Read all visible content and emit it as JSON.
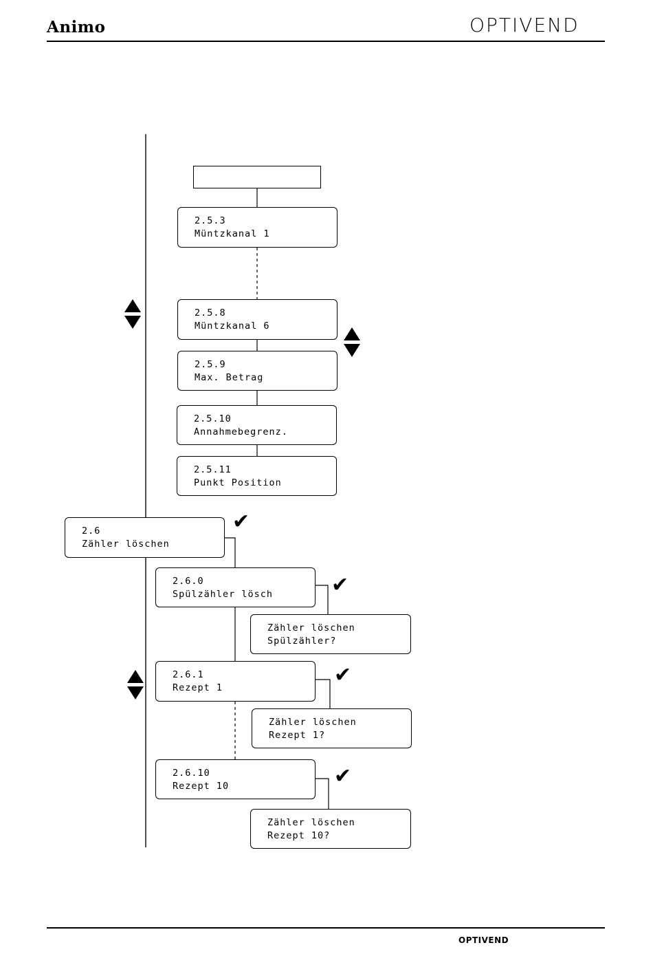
{
  "header": {
    "brand_left": "Animo",
    "brand_right": "OPTIVEND"
  },
  "footer": {
    "brand": "OPTIVEND"
  },
  "menu_boxes": [
    {
      "number": "2.5.3",
      "label": "Müntzkanal 1"
    },
    {
      "number": "2.5.8",
      "label": "Müntzkanal 6"
    },
    {
      "number": "2.5.9",
      "label": "Max. Betrag"
    },
    {
      "number": "2.5.10",
      "label": "Annahmebegrenz."
    },
    {
      "number": "2.5.11",
      "label": "Punkt Position"
    },
    {
      "number": "2.6",
      "label": "Zähler löschen"
    },
    {
      "number": "2.6.0",
      "label": "Spülzähler lösch"
    },
    {
      "number": "2.6.1",
      "label": "Rezept 1"
    },
    {
      "number": "2.6.10",
      "label": "Rezept 10"
    }
  ],
  "confirm_boxes": [
    {
      "line1": "Zähler löschen",
      "line2": "Spülzähler?"
    },
    {
      "line1": "Zähler löschen",
      "line2": "Rezept 1?"
    },
    {
      "line1": "Zähler löschen",
      "line2": "Rezept 10?"
    }
  ],
  "icons": {
    "checkmark": "checkmark-icon",
    "navigate": "up-down-arrows-icon"
  }
}
